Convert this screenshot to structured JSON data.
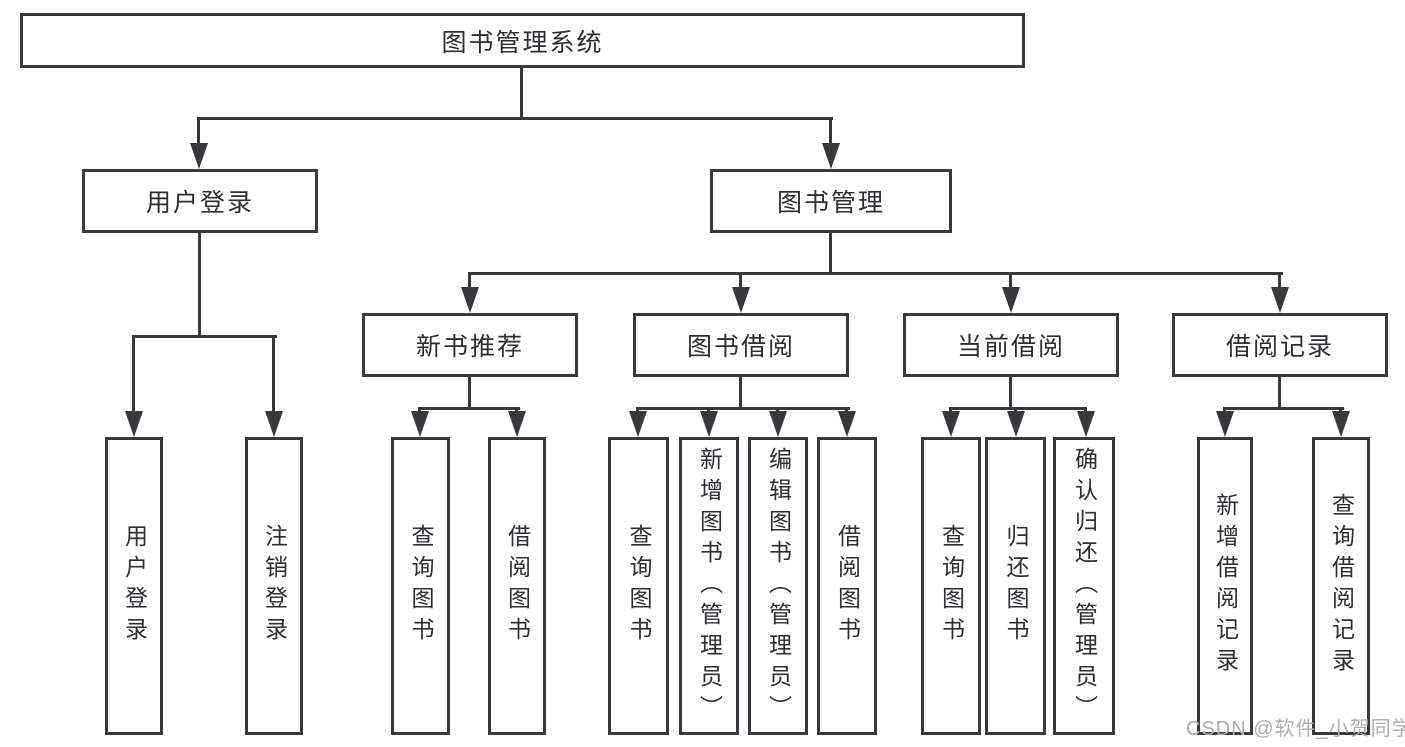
{
  "tree": {
    "label": "图书管理系统",
    "children": [
      {
        "label": "用户登录",
        "children": [
          {
            "label": "用户登录"
          },
          {
            "label": "注销登录"
          }
        ]
      },
      {
        "label": "图书管理",
        "children": [
          {
            "label": "新书推荐",
            "children": [
              {
                "label": "查询图书"
              },
              {
                "label": "借阅图书"
              }
            ]
          },
          {
            "label": "图书借阅",
            "children": [
              {
                "label": "查询图书"
              },
              {
                "label": "新增图书（管理员）"
              },
              {
                "label": "编辑图书（管理员）"
              },
              {
                "label": "借阅图书"
              }
            ]
          },
          {
            "label": "当前借阅",
            "children": [
              {
                "label": "查询图书"
              },
              {
                "label": "归还图书"
              },
              {
                "label": "确认归还（管理员）"
              }
            ]
          },
          {
            "label": "借阅记录",
            "children": [
              {
                "label": "新增借阅记录"
              },
              {
                "label": "查询借阅记录"
              }
            ]
          }
        ]
      }
    ]
  },
  "watermark": "CSDN @软件_小贺同学",
  "colors": {
    "line": "#39393d",
    "box_border": "#39393d",
    "text": "#2e2e33",
    "watermark": "#aeaeae",
    "background": "#ffffff"
  }
}
